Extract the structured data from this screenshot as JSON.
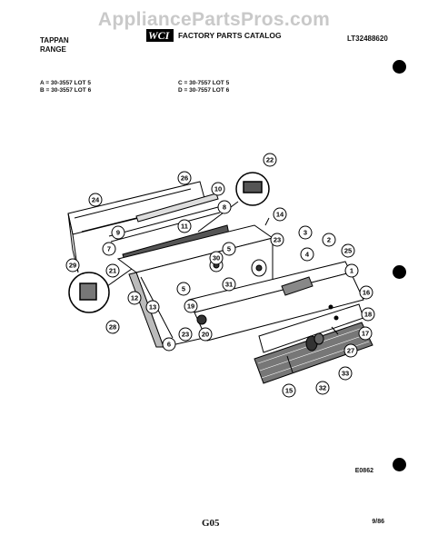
{
  "watermark": "AppliancePartsPros.com",
  "header": {
    "brand_line1": "TAPPAN",
    "brand_line2": "RANGE",
    "catalog_title": "FACTORY PARTS CATALOG",
    "catalog_id": "LT32488620"
  },
  "lots": {
    "a": "A = 30-3557 LOT 5",
    "b": "B = 30-3557 LOT 6",
    "c": "C = 30-7557 LOT 5",
    "d": "D = 30-7557 LOT 6"
  },
  "footer": {
    "figure_code": "E0862",
    "page_code": "G05",
    "date": "9/86"
  },
  "callouts": [
    "22",
    "26",
    "10",
    "24",
    "8",
    "14",
    "9",
    "11",
    "3",
    "23",
    "5",
    "4",
    "7",
    "2",
    "25",
    "29",
    "21",
    "30",
    "1",
    "31",
    "12",
    "16",
    "13",
    "5",
    "19",
    "18",
    "6",
    "23",
    "20",
    "17",
    "27",
    "28",
    "15",
    "32",
    "33"
  ]
}
